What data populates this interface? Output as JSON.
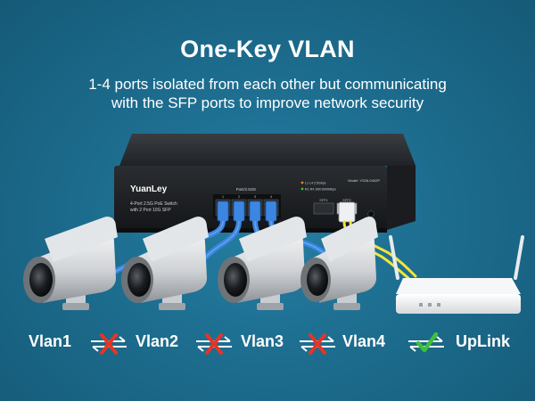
{
  "header": {
    "title": "One-Key VLAN",
    "subtitle_line1": "1-4 ports isolated from each other but communicating",
    "subtitle_line2": "with the SFP ports to improve network security"
  },
  "device": {
    "brand": "YuanLey",
    "desc_line1": "4-Port 2.5G PoE Switch",
    "desc_line2": "with 2 Port 10G SFP",
    "ports_header": "PoE/2.5GE",
    "port_labels": [
      "1",
      "2",
      "3",
      "4"
    ],
    "sfp_labels": [
      "SFP1",
      "SFP2"
    ],
    "model": "Model: YS26-0402P",
    "led_legend1": "L1 L4 2.5Gbps",
    "led_legend2": "R1 R4 100/1000Mbps"
  },
  "bottom": {
    "vlan1": "Vlan1",
    "vlan2": "Vlan2",
    "vlan3": "Vlan3",
    "vlan4": "Vlan4",
    "uplink": "UpLink"
  },
  "colors": {
    "background": "#1d6d8f",
    "cable_blue": "#3b86e0",
    "cable_yellow": "#f3e43a",
    "cross_red": "#e53524",
    "check_green": "#3fbf3a"
  }
}
